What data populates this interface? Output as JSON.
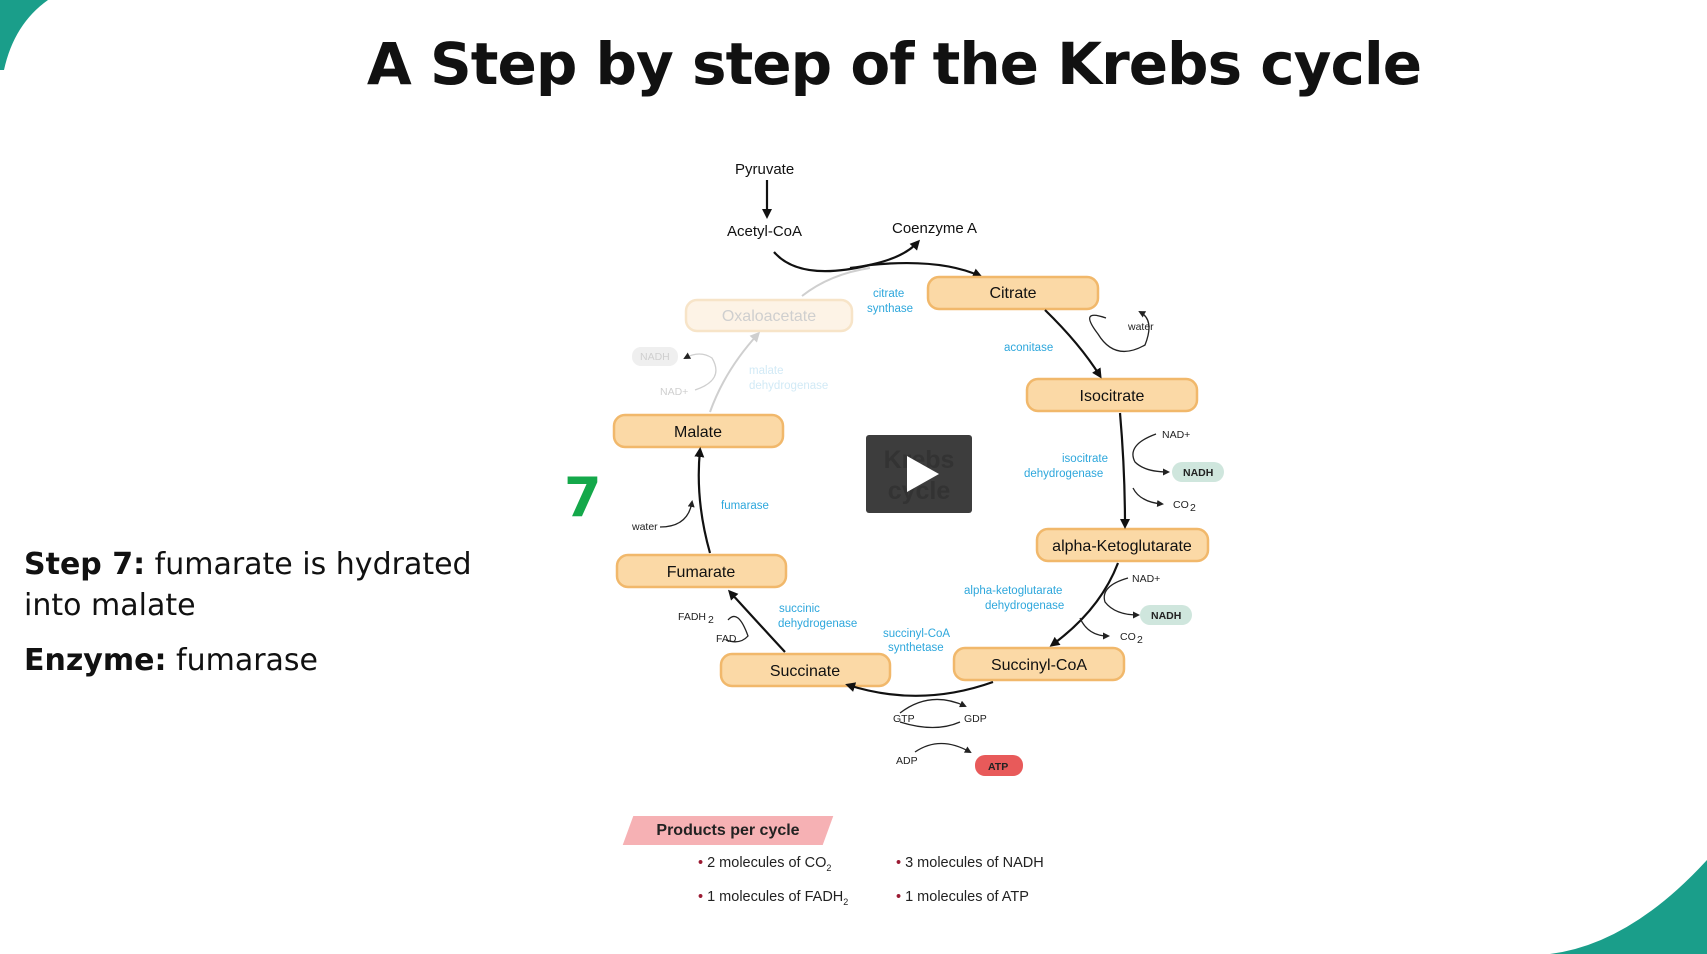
{
  "slide": {
    "title": "A Step by step of the Krebs cycle",
    "step_number": "7",
    "step_label": "Step 7:",
    "step_description": "fumarate is hydrated into malate",
    "enzyme_label": "Enzyme:",
    "enzyme_name": "fumarase"
  },
  "colors": {
    "teal_accent": "#1a9e8a",
    "node_fill": "#fbd9a6",
    "enzyme_text": "#2ea7dc",
    "step_number": "#14a84a",
    "atp": "#e85a5a"
  },
  "diagram": {
    "inputs": {
      "pyruvate": "Pyruvate",
      "acetyl_coa": "Acetyl-CoA",
      "coenzyme_a": "Coenzyme A"
    },
    "nodes": {
      "citrate": "Citrate",
      "isocitrate": "Isocitrate",
      "alpha_ketoglutarate": "alpha-Ketoglutarate",
      "succinyl_coa": "Succinyl-CoA",
      "succinate": "Succinate",
      "fumarate": "Fumarate",
      "malate": "Malate",
      "oxaloacetate": "Oxaloacetate"
    },
    "enzymes": {
      "citrate_synthase": [
        "citrate",
        "synthase"
      ],
      "aconitase": "aconitase",
      "isocitrate_dh": [
        "isocitrate",
        "dehydrogenase"
      ],
      "akg_dh": [
        "alpha-ketoglutarate",
        "dehydrogenase"
      ],
      "succinyl_coa_synthetase": [
        "succinyl-CoA",
        "synthetase"
      ],
      "succinic_dh": [
        "succinic",
        "dehydrogenase"
      ],
      "fumarase": "fumarase",
      "malate_dh": [
        "malate",
        "dehydrogenase"
      ]
    },
    "small_labels": {
      "water": "water",
      "nad_plus": "NAD+",
      "nadh": "NADH",
      "co2": "CO",
      "two": "2",
      "fadh2": "FADH",
      "fad": "FAD",
      "gtp": "GTP",
      "gdp": "GDP",
      "adp": "ADP",
      "atp": "ATP"
    },
    "center_label": [
      "Krebs",
      "cycle"
    ]
  },
  "products": {
    "title": "Products per cycle",
    "items": [
      {
        "text": "2 molecules of CO",
        "sub": "2"
      },
      {
        "text": "3 molecules of NADH",
        "sub": ""
      },
      {
        "text": "1 molecules of FADH",
        "sub": "2"
      },
      {
        "text": "1 molecules of ATP",
        "sub": ""
      }
    ]
  },
  "video": {
    "control": "play-button"
  }
}
